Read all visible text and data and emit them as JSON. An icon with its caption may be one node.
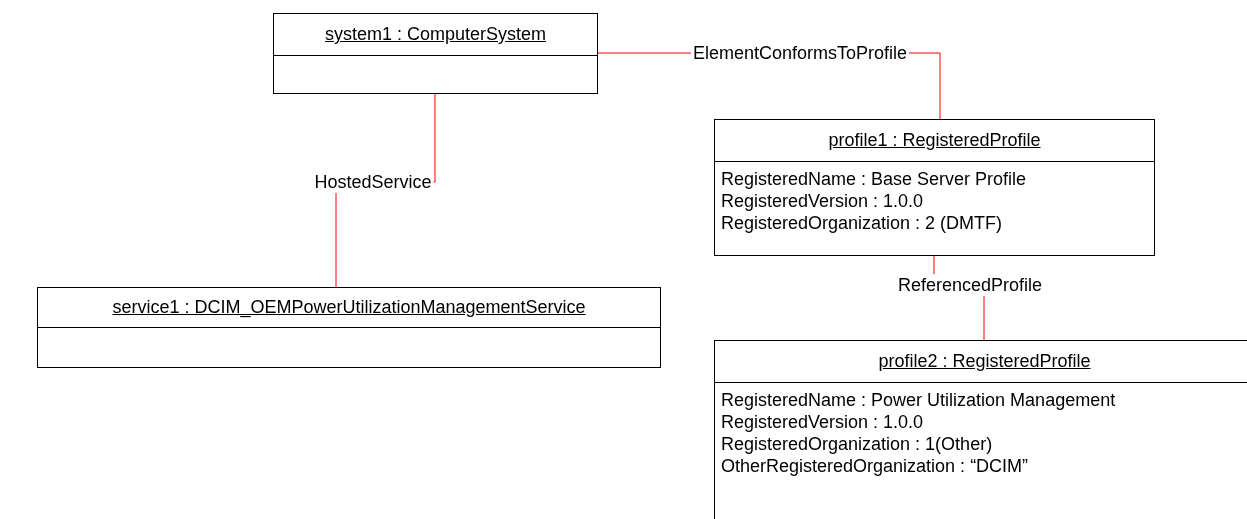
{
  "diagram": {
    "nodes": [
      {
        "text": [
          "system1 : ComputerSystem"
        ]
      },
      {
        "text": [
          "profile1 : RegisteredProfile",
          "RegisteredName : Base Server Profile",
          "RegisteredVersion : 1.0.0",
          "RegisteredOrganization : 2 (DMTF)"
        ]
      },
      {
        "text": [
          "service1 : DCIM_OEMPowerUtilizationManagementService"
        ]
      },
      {
        "text": [
          "profile2 : RegisteredProfile",
          "RegisteredName : Power Utilization Management",
          "RegisteredVersion : 1.0.0",
          "RegisteredOrganization : 1(Other)",
          "OtherRegisteredOrganization : “DCIM”"
        ]
      }
    ],
    "edges": [
      {
        "from": 0,
        "to": 1,
        "arrow": "none",
        "label": "ElementConformsToProfile"
      },
      {
        "from": 0,
        "to": 2,
        "arrow": "none",
        "label": "HostedService"
      },
      {
        "from": 1,
        "to": 3,
        "arrow": "none",
        "label": "ReferencedProfile"
      }
    ]
  }
}
